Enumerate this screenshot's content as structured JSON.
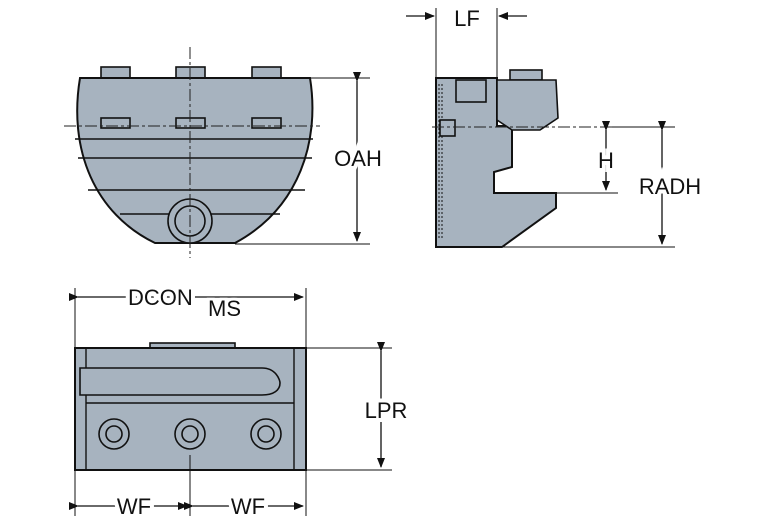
{
  "labels": {
    "lf": "LF",
    "oah": "OAH",
    "h": "H",
    "radh": "RADH",
    "dcon_main": "DCON",
    "dcon_sub": "MS",
    "lpr": "LPR",
    "wf_left": "WF",
    "wf_right": "WF"
  },
  "colors": {
    "part_fill": "#a7b3bf",
    "outline": "#111111",
    "background": "#ffffff"
  }
}
